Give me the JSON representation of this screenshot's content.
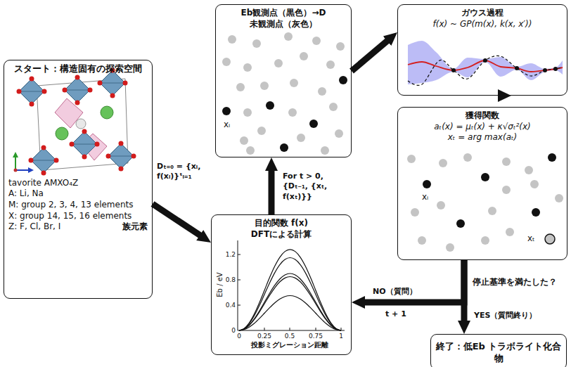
{
  "diagram": {
    "nodes": [
      {
        "text": [
          "スタート：構造固有の探索空間",
          "tavorite AMXO₄Z",
          "A: Li, Na",
          "M: group 2, 3, 4, 13 elements",
          "X: group 14, 15, 16 elements",
          "Z: F, Cl, Br, I",
          "族元素"
        ]
      },
      {
        "text": [
          "Eb観測点（黒色）→D",
          "未観測点（灰色）"
        ]
      },
      {
        "text": [
          "ガウス過程",
          "f(x) ~ GP(m(x), k(x, x′))"
        ]
      },
      {
        "text": [
          "獲得関数",
          "aₜ(x) = μₜ(x) + κ√σₜ²(x)",
          "xₜ = arg max(aₜ)"
        ]
      },
      {
        "text": [
          "目的関数 f(x)",
          "DFTによる計算"
        ]
      },
      {
        "text": [
          "終了：低Eb トラボライト化合物"
        ]
      }
    ],
    "edges": [
      {
        "from": 0,
        "to": 4,
        "arrow": "to",
        "label": "Dₜ₌₀ = {xᵢ, f(xᵢ)}ᵗᵢ₌₁"
      },
      {
        "from": 4,
        "to": 1,
        "arrow": "to",
        "label": "For t > 0, {Dₜ₋₁, {xₜ, f(xₜ)}}"
      },
      {
        "from": 1,
        "to": 2,
        "arrow": "to"
      },
      {
        "from": 2,
        "to": 3,
        "arrow": "to"
      },
      {
        "from": 3,
        "to": 4,
        "arrow": "to",
        "label": "NO（質問）"
      },
      {
        "from": 3,
        "to": 5,
        "arrow": "to",
        "label": "YES（質問終り）"
      }
    ],
    "labels": [
      "xᵢ",
      "xᵢ",
      "xₜ",
      "停止基準を満たした？",
      "t + 1",
      "1.2",
      "0.8",
      "0.4",
      "0",
      "0",
      "0.25",
      "0.5",
      "0.75",
      "1",
      "Eb / eV",
      "投影ミグレーション距離"
    ]
  }
}
